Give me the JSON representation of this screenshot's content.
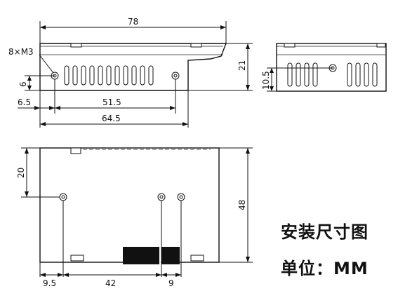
{
  "diagram": {
    "top_view": {
      "width": "78",
      "height": "21",
      "mount_hole_label": "8×M3",
      "hole_vertical": "6",
      "left_offset": "6.5",
      "hole_spacing": "51.5",
      "base_length": "64.5"
    },
    "side_view": {
      "hole_height": "10.5"
    },
    "bottom_view": {
      "hole_from_top": "20",
      "depth": "48",
      "left_offset": "9.5",
      "hole_spacing": "42",
      "pair_spacing": "9"
    },
    "caption": {
      "title": "安装尺寸图",
      "unit": "单位：MM"
    }
  }
}
